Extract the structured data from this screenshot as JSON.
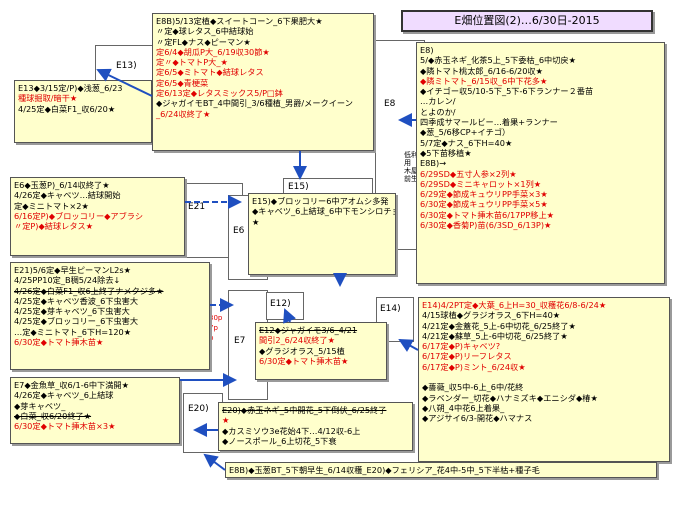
{
  "title": "E畑位置図(2)…6/30日-2015",
  "plots": {
    "e13": "E13)",
    "e8": "E8",
    "e21": "E21",
    "e6": "E6",
    "e15": "E15)",
    "e7": "E7",
    "e12": "E12)",
    "e14": "E14)",
    "e20": "E20)",
    "house": "低利用\n木屋前生",
    "side_a": "30p",
    "side_b": "7p",
    "side_c": "p"
  },
  "notes": {
    "e13": [
      {
        "t": "E13◆3/15定/P)◆浅葱_6/23",
        "c": "black"
      },
      {
        "t": "種球掘取/暗干★",
        "c": "red"
      },
      {
        "t": "4/25定◆白菜F1_収6/20★",
        "c": "black"
      }
    ],
    "e8b": [
      {
        "t": "E8B)5/13定植◆スイートコーン_6下果肥大★",
        "c": "black"
      },
      {
        "t": "〃定◆球レタス_6中結球始",
        "c": "black"
      },
      {
        "t": "〃定FL◆ナス◆ピーマン★",
        "c": "black"
      },
      {
        "t": "定6/4◆胡瓜P大_6/19収30節★",
        "c": "red"
      },
      {
        "t": "定〃◆トマトP大_★",
        "c": "red"
      },
      {
        "t": "定6/5◆ミトマト◆結球レタス",
        "c": "red"
      },
      {
        "t": "定6/5◆青梗菜",
        "c": "red"
      },
      {
        "t": "定6/13定◆レタスミックス5/P□鉢",
        "c": "red"
      },
      {
        "t": "◆ジャガイモBT_4中間引_3/6種植_男爵/メークイーン",
        "c": "black"
      },
      {
        "t": "_6/24収終了★",
        "c": "red"
      }
    ],
    "e8": [
      {
        "t": "E8)",
        "c": "black"
      },
      {
        "t": "5/◆赤玉ネギ_化茶5上_5下委枯_6中切戻★",
        "c": "black"
      },
      {
        "t": "◆隣トマト桃太郎_6/16-6/20収★",
        "c": "black"
      },
      {
        "t": "◆隣ミトマト_6/15収_6中下花多★",
        "c": "red"
      },
      {
        "t": "◆イチゴー収5/10-5下_5下-6下ランナー２番苗",
        "c": "black"
      },
      {
        "t": "…カレン/",
        "c": "black"
      },
      {
        "t": "とよのか/",
        "c": "black"
      },
      {
        "t": "四季成サマールビー…着果+ランナー",
        "c": "black"
      },
      {
        "t": "◆葱_5/6移CP+イチゴ）",
        "c": "black"
      },
      {
        "t": "5/7定◆ナス_6下H=40★",
        "c": "black"
      },
      {
        "t": "◆5下苗移植★",
        "c": "black"
      },
      {
        "t": "E8B)→",
        "c": "black"
      },
      {
        "t": "6/29SD◆五寸人参×2列★",
        "c": "red"
      },
      {
        "t": "6/29SD◆ミニキャロット×1列★",
        "c": "red"
      },
      {
        "t": "6/29定◆節成キュウリPP手菜×3★",
        "c": "red"
      },
      {
        "t": "6/30定◆節成キュウリPP手菜×5★",
        "c": "red"
      },
      {
        "t": "6/30定◆トマト挿木苗6/17PP移上★",
        "c": "red"
      },
      {
        "t": "6/30定◆香菊P)苗(6/3SD_6/13P)★",
        "c": "red"
      }
    ],
    "e6": [
      {
        "t": "E6◆玉葱P)_6/14収終了★",
        "c": "black"
      },
      {
        "t": "4/26定◆キャベツ…結球開始",
        "c": "black"
      },
      {
        "t": "定◆ミニトマト×2★",
        "c": "black"
      },
      {
        "t": "6/16定P)◆ブロッコリー◆アブラシ",
        "c": "red"
      },
      {
        "t": "〃定P)◆結球レタス★",
        "c": "red"
      }
    ],
    "e15": [
      {
        "t": "E15)◆ブロッコリー6中アオムシ多発",
        "c": "black"
      },
      {
        "t": "◆キャベツ_6上結球_6中下モンシロチョウ",
        "c": "black"
      },
      {
        "t": "★",
        "c": "black"
      }
    ],
    "e21": [
      {
        "t": "E21)5/6定◆早生ピーマンL2s★",
        "c": "black"
      },
      {
        "t": "4/25PP10定_B稠5/24除去↓",
        "c": "black"
      },
      {
        "t": "4/26定◆白菜F1_収6上終了ナメクジ多★",
        "c": "black",
        "s": true
      },
      {
        "t": "4/25定◆キャベツ香波_6下虫害大",
        "c": "black"
      },
      {
        "t": "4/25定◆芽キャベツ_6下虫害大",
        "c": "black"
      },
      {
        "t": "4/25定◆ブロッコリー_6下虫害大",
        "c": "black"
      },
      {
        "t": "…定◆ミニトマト_6下H=120★",
        "c": "black"
      },
      {
        "t": "6/30定◆トマト挿木苗★",
        "c": "red"
      }
    ],
    "e12": [
      {
        "t": "E12◆ジャガイモ3/6_4/21",
        "c": "black",
        "s": true
      },
      {
        "t": "間引2_6/24収終了★",
        "c": "red"
      },
      {
        "t": "◆グラジオラス_5/15植",
        "c": "black"
      },
      {
        "t": "6/30定◆トマト挿木苗★",
        "c": "red"
      }
    ],
    "e14": [
      {
        "t": "E14)4/2PT定◆大葉_6上H=30_収穫花6/8-6/24★",
        "c": "red"
      },
      {
        "t": "4/15球植◆グラジオラス_6下H=40★",
        "c": "black"
      },
      {
        "t": "4/21定◆金蓋花_5上-6中切花_6/25終了★",
        "c": "black"
      },
      {
        "t": "4/21定◆蘇草_5上-6中切花_6/25終了★",
        "c": "black"
      },
      {
        "t": "6/17定◆P)キャベツ?",
        "c": "red"
      },
      {
        "t": "6/17定◆P)リーフレタス",
        "c": "red"
      },
      {
        "t": "6/17定◆P)ミント_6/24収★",
        "c": "red"
      },
      {
        "t": "",
        "c": "black"
      },
      {
        "t": "◆薔薇_収5中-6上_6中/花終",
        "c": "black"
      },
      {
        "t": "◆ラベンダー_切花◆ハナミズキ◆エニシダ◆椿★",
        "c": "black"
      },
      {
        "t": "◆八朔_4中花6上着果_",
        "c": "black"
      },
      {
        "t": "◆アジサイ6/3-開花◆ハマナス",
        "c": "black"
      }
    ],
    "e7": [
      {
        "t": "E7◆金魚草_収6/1-6中下満開★",
        "c": "black"
      },
      {
        "t": "4/26定◆キャベツ_6上結球",
        "c": "black"
      },
      {
        "t": "◆芽キャベツ_",
        "c": "black"
      },
      {
        "t": "◆白菜_収6/20終了★",
        "c": "black",
        "s": true
      },
      {
        "t": "6/30定◆トマト挿木苗×3★",
        "c": "red"
      }
    ],
    "e20": [
      {
        "t": "E20)◆赤玉ネギ_5中開花_5下倒伏_6/25終了",
        "c": "black",
        "s": true
      },
      {
        "t": "★",
        "c": "red"
      },
      {
        "t": "◆カスミソウ3e花始4下…4/12収-6上",
        "c": "black"
      },
      {
        "t": "◆ノースポール_6上切花_5下衰",
        "c": "black"
      }
    ],
    "e8c": [
      {
        "t": "E8B)◆玉葱BT_5下朝早生_6/14収穫_E20)◆フェリシア_花4中-5中_5下半枯+種子毛",
        "c": "black"
      }
    ]
  }
}
